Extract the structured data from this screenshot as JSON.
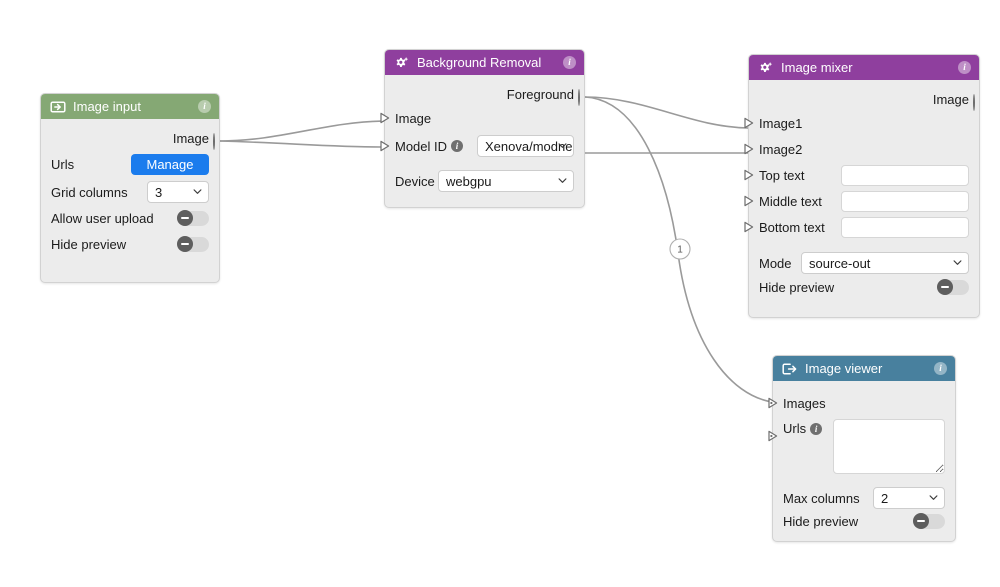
{
  "graph": {
    "edges": [
      {
        "name": "image-input-to-background-removal-image",
        "badge": null
      },
      {
        "name": "image-input-to-background-removal-model-id",
        "badge": null
      },
      {
        "name": "background-removal-foreground-to-image-mixer-image1",
        "badge": null
      },
      {
        "name": "background-removal-model-id-to-image-mixer-image2",
        "badge": null
      },
      {
        "name": "background-removal-foreground-to-image-viewer-images",
        "badge": "1"
      }
    ]
  },
  "nodes": {
    "image_input": {
      "title": "Image input",
      "icon": "image-input-icon",
      "info": "i",
      "output_label": "Image",
      "urls_label": "Urls",
      "manage_label": "Manage",
      "grid_columns_label": "Grid columns",
      "grid_columns_value": "3",
      "allow_user_upload_label": "Allow user upload",
      "allow_user_upload_value": "off",
      "hide_preview_label": "Hide preview",
      "hide_preview_value": "off",
      "header_color": "#85a874"
    },
    "background_removal": {
      "title": "Background Removal",
      "icon": "gear-sparkle-icon",
      "info": "i",
      "output_label": "Foreground",
      "image_label": "Image",
      "model_id_label": "Model ID",
      "model_id_info": "i",
      "model_id_value": "Xenova/modne",
      "device_label": "Device",
      "device_value": "webgpu",
      "header_color": "#8f3f9e"
    },
    "image_mixer": {
      "title": "Image mixer",
      "icon": "gear-sparkle-icon",
      "info": "i",
      "output_label": "Image",
      "image1_label": "Image1",
      "image2_label": "Image2",
      "top_text_label": "Top text",
      "top_text_value": "",
      "middle_text_label": "Middle text",
      "middle_text_value": "",
      "bottom_text_label": "Bottom text",
      "bottom_text_value": "",
      "mode_label": "Mode",
      "mode_value": "source-out",
      "hide_preview_label": "Hide preview",
      "hide_preview_value": "off",
      "header_color": "#8f3f9e"
    },
    "image_viewer": {
      "title": "Image viewer",
      "icon": "image-viewer-icon",
      "info": "i",
      "images_label": "Images",
      "urls_label": "Urls",
      "urls_info": "i",
      "urls_value": "",
      "max_columns_label": "Max columns",
      "max_columns_value": "2",
      "hide_preview_label": "Hide preview",
      "hide_preview_value": "off",
      "header_color": "#48809e"
    }
  }
}
